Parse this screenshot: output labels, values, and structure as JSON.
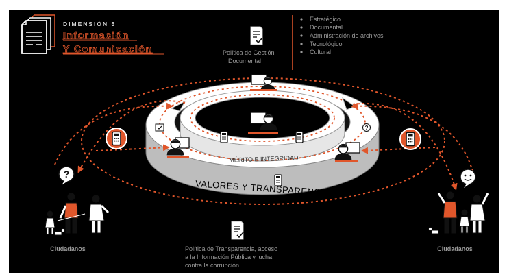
{
  "header": {
    "dimension_label": "DIMENSIÓN 5",
    "title_line1": "Información",
    "title_line2": "Y Comunicación"
  },
  "policies": {
    "gestion_line1": "Política de Gestión",
    "gestion_line2": "Documental",
    "transparencia_line1": "Política de Transparencia, acceso",
    "transparencia_line2": "a la Información Pública y lucha",
    "transparencia_line3": "contra la corrupción"
  },
  "focus_list": [
    "Estratégico",
    "Documental",
    "Administración de archivos",
    "Tecnológico",
    "Cultural"
  ],
  "rings": {
    "inner_label": "MÉRITO   E   INTEGRIDAD",
    "outer_label": "VALORES   Y   TRANSPARENCIA"
  },
  "citizens": {
    "left_label": "Ciudadanos",
    "right_label": "Ciudadanos",
    "left_badge": "?"
  },
  "colors": {
    "background": "#000000",
    "accent": "#e0562b",
    "ring_top": "#ffffff",
    "ring_side": "#bdbdbd",
    "text": "#9a9a9a",
    "heading": "#d8d8d8"
  },
  "icons": {
    "header": "document-stack-icon",
    "policy": "document-check-icon",
    "kiosk": "phone-kiosk-icon",
    "citizen_left": "question-bubble-icon",
    "citizen_right": "smiley-bubble-icon",
    "staff": "worker-at-computer-icon"
  }
}
